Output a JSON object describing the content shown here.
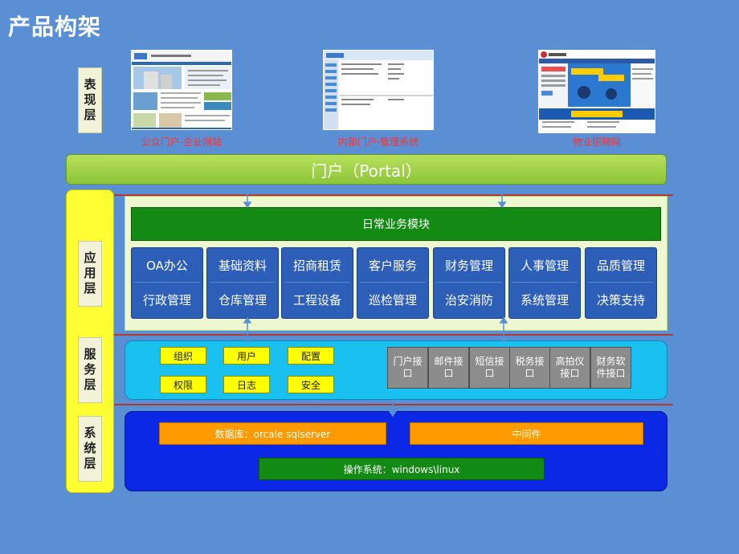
{
  "page": {
    "title": "产品构架"
  },
  "layers": {
    "presentation": "表现层",
    "application": "应用层",
    "service": "服务层",
    "system": "系统层"
  },
  "screenshots": [
    {
      "caption": "公众门户-企业网站"
    },
    {
      "caption": "内部门户-管理系统"
    },
    {
      "caption": "物业招聘网"
    }
  ],
  "portal": {
    "label": "门户（Portal）"
  },
  "daily": {
    "label": "日常业务模块"
  },
  "modules": [
    {
      "top": "OA办公",
      "bottom": "行政管理"
    },
    {
      "top": "基础资料",
      "bottom": "仓库管理"
    },
    {
      "top": "招商租赁",
      "bottom": "工程设备"
    },
    {
      "top": "客户服务",
      "bottom": "巡检管理"
    },
    {
      "top": "财务管理",
      "bottom": "治安消防"
    },
    {
      "top": "人事管理",
      "bottom": "系统管理"
    },
    {
      "top": "品质管理",
      "bottom": "决策支持"
    }
  ],
  "services": {
    "basic": [
      "组织",
      "用户",
      "配置",
      "权限",
      "日志",
      "安全"
    ],
    "interfaces": [
      "门户接口",
      "邮件接口",
      "短信接口",
      "税务接口",
      "高拍仪接口",
      "财务软件接口"
    ]
  },
  "system": {
    "database": "数据库：orcale   sqlserver",
    "middleware": "中间件",
    "os": "操作系统：windows\\linux"
  }
}
